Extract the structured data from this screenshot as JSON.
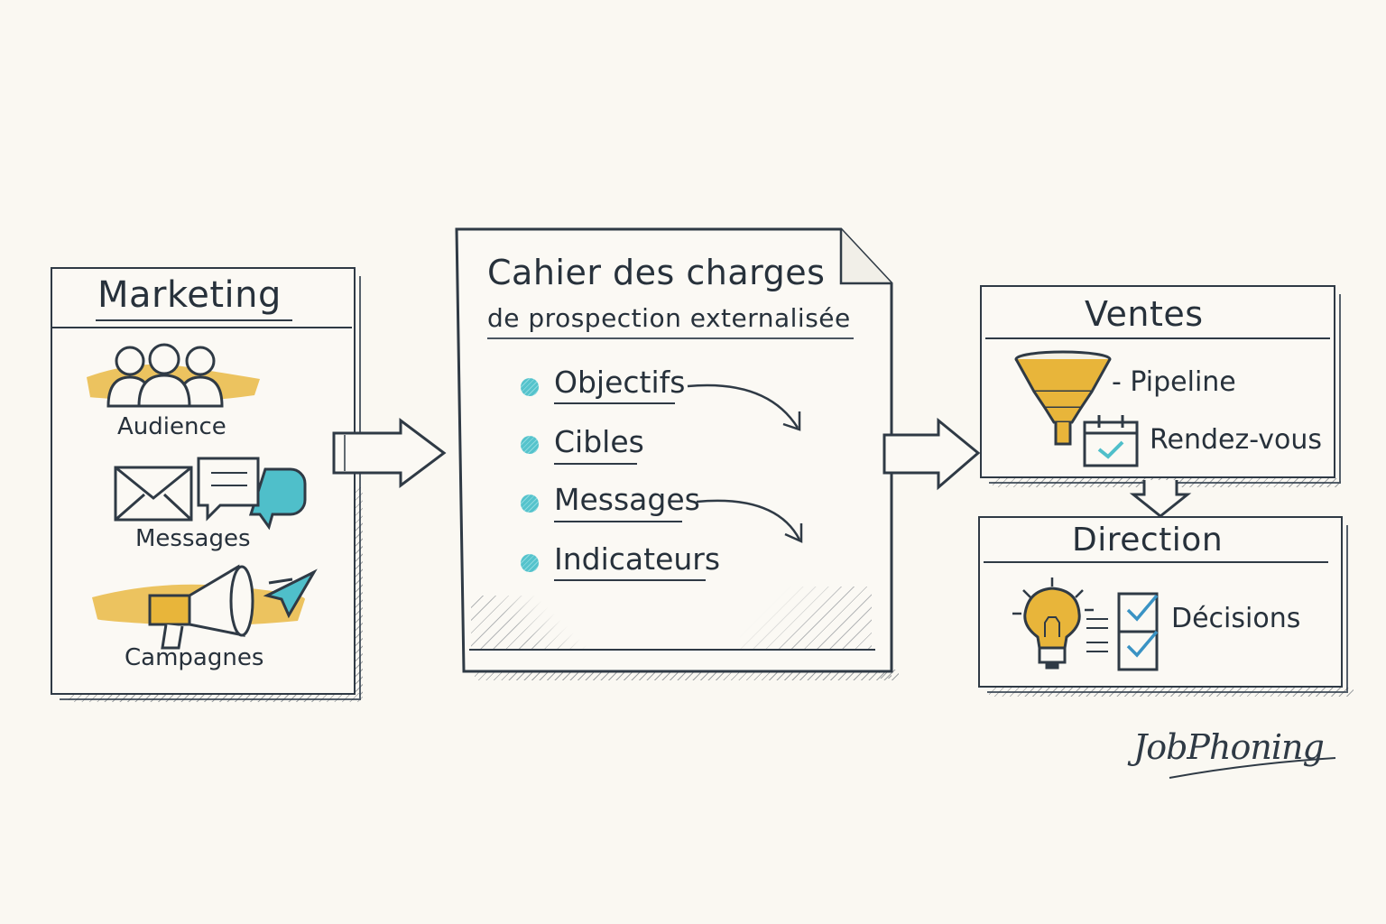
{
  "marketing": {
    "title": "Marketing",
    "items": [
      {
        "label": "Audience",
        "icon": "people-icon"
      },
      {
        "label": "Messages",
        "icon": "envelope-chat-icon"
      },
      {
        "label": "Campagnes",
        "icon": "megaphone-icon"
      }
    ]
  },
  "document": {
    "title_line1": "Cahier des charges",
    "title_line2": "de prospection externalisée",
    "items": [
      {
        "label": "Objectifs"
      },
      {
        "label": "Cibles"
      },
      {
        "label": "Messages"
      },
      {
        "label": "Indicateurs"
      }
    ]
  },
  "ventes": {
    "title": "Ventes",
    "items": [
      {
        "label": "- Pipeline",
        "icon": "funnel-icon"
      },
      {
        "label": "Rendez-vous",
        "icon": "calendar-check-icon"
      }
    ]
  },
  "direction": {
    "title": "Direction",
    "items": [
      {
        "label": "Décisions",
        "icon": "checklist-icon"
      }
    ]
  },
  "brand": {
    "signature": "JobPhoning"
  },
  "colors": {
    "ink": "#2f3a45",
    "accent_yellow": "#e8b53a",
    "accent_teal": "#4fbfca",
    "background": "#faf8f2"
  }
}
